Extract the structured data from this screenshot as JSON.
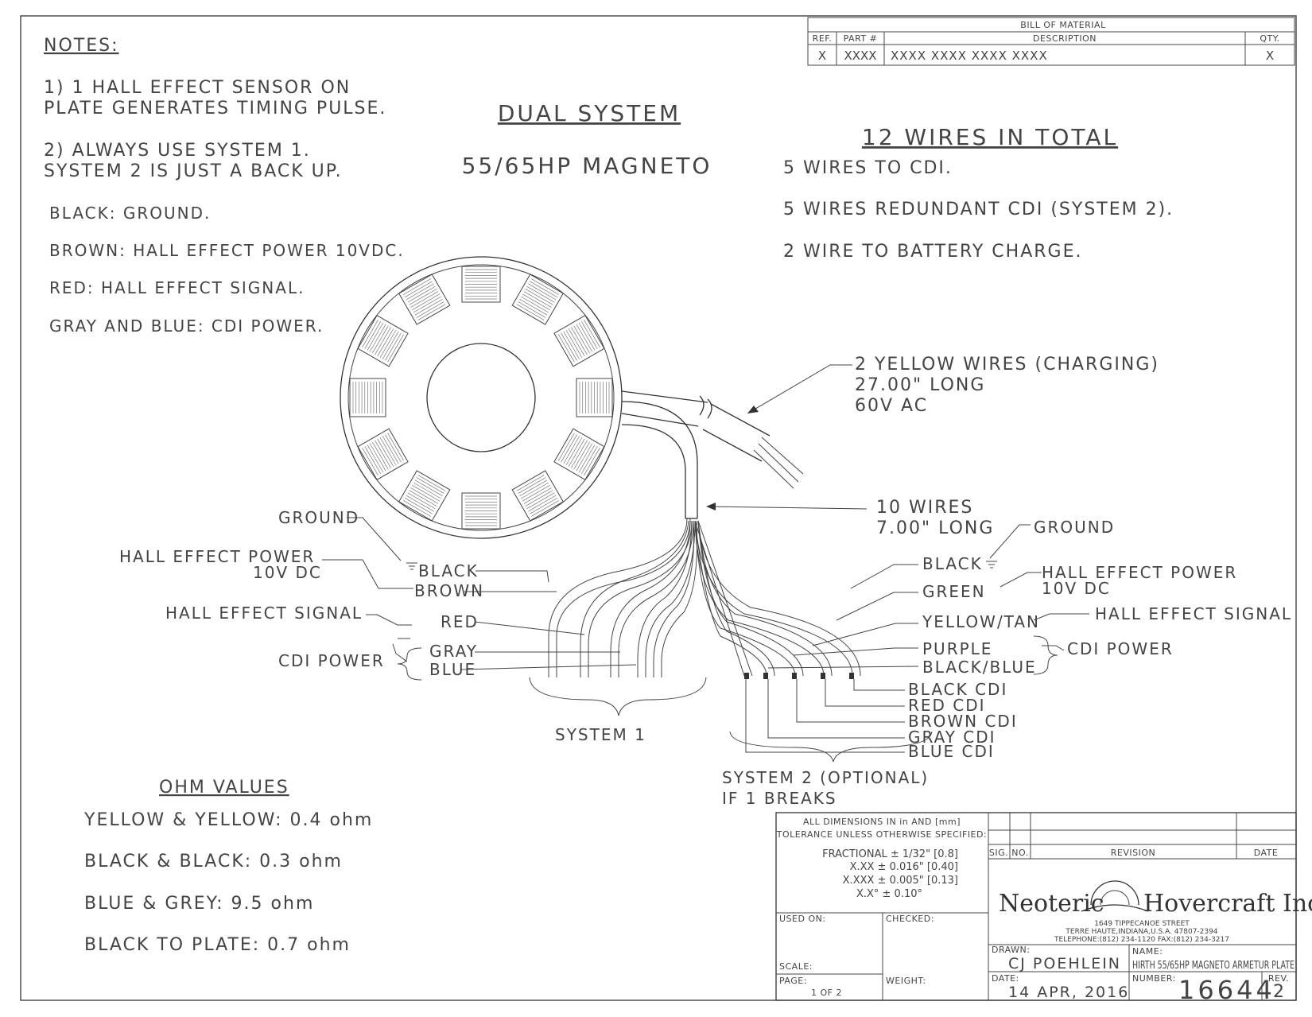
{
  "notes": {
    "heading": "NOTES:",
    "n1a": "1) 1 HALL EFFECT SENSOR ON",
    "n1b": "PLATE GENERATES TIMING PULSE.",
    "n2a": "2) ALWAYS USE SYSTEM 1.",
    "n2b": "SYSTEM 2 IS JUST A BACK UP.",
    "c1": "BLACK: GROUND.",
    "c2": "BROWN: HALL EFFECT POWER 10VDC.",
    "c3": "RED: HALL EFFECT SIGNAL.",
    "c4": "GRAY AND BLUE: CDI POWER."
  },
  "title": {
    "main": "DUAL SYSTEM",
    "sub": "55/65HP MAGNETO"
  },
  "wires": {
    "heading": "12 WIRES IN TOTAL",
    "w1": "5 WIRES TO CDI.",
    "w2": "5 WIRES REDUNDANT CDI (SYSTEM 2).",
    "w3": "2 WIRE TO BATTERY CHARGE."
  },
  "bom": {
    "title": "BILL OF MATERIAL",
    "h_ref": "REF.",
    "h_part": "PART #",
    "h_desc": "DESCRIPTION",
    "h_qty": "QTY.",
    "r_ref": "X",
    "r_part": "XXXX",
    "r_desc": "XXXX XXXX XXXX XXXX",
    "r_qty": "X"
  },
  "callouts": {
    "yellow1": "2 YELLOW WIRES (CHARGING)",
    "yellow2": "27.00\" LONG",
    "yellow3": "60V AC",
    "ten1": "10 WIRES",
    "ten2": "7.00\" LONG",
    "ground_l": "GROUND",
    "hep_l1": "HALL EFFECT POWER",
    "hep_l2": "10V DC",
    "hes_l": "HALL EFFECT SIGNAL",
    "cdi_l": "CDI POWER",
    "black_l": "BLACK",
    "brown_l": "BROWN",
    "red_l": "RED",
    "gray_l": "GRAY",
    "blue_l": "BLUE",
    "system1": "SYSTEM 1",
    "ground_r": "GROUND",
    "black_r": "BLACK",
    "green_r": "GREEN",
    "yt_r": "YELLOW/TAN",
    "purple_r": "PURPLE",
    "bb_r": "BLACK/BLUE",
    "hep_r1": "HALL EFFECT POWER",
    "hep_r2": "10V DC",
    "hes_r": "HALL EFFECT SIGNAL",
    "cdi_r": "CDI POWER",
    "bcdi": "BLACK CDI",
    "rcdi": "RED CDI",
    "brcdi": "BROWN CDI",
    "gcdi": "GRAY CDI",
    "blcdi": "BLUE CDI",
    "system2a": "SYSTEM 2 (OPTIONAL)",
    "system2b": "IF 1 BREAKS"
  },
  "ohm": {
    "heading": "OHM VALUES",
    "o1": "YELLOW & YELLOW: 0.4 ohm",
    "o2": "BLACK & BLACK: 0.3 ohm",
    "o3": "BLUE & GREY: 9.5 ohm",
    "o4": "BLACK TO PLATE: 0.7 ohm"
  },
  "titleblock": {
    "dims1": "ALL DIMENSIONS IN in AND [mm]",
    "dims2": "TOLERANCE UNLESS OTHERWISE SPECIFIED:",
    "t1": "FRACTIONAL ± 1/32\" [0.8]",
    "t2": "X.XX ± 0.016\" [0.40]",
    "t3": "X.XXX ± 0.005\" [0.13]",
    "t4": "X.X° ± 0.10°",
    "used_on": "USED ON:",
    "checked": "CHECKED:",
    "scale": "SCALE:",
    "page_lbl": "PAGE:",
    "page_val": "1 OF 2",
    "weight": "WEIGHT:",
    "sig": "SIG.",
    "no": "NO.",
    "revision": "REVISION",
    "date_hdr": "DATE",
    "company_a": "Neoteric",
    "company_b": "Hovercraft Inc.",
    "addr1": "1649 TIPPECANOE STREET",
    "addr2": "TERRE HAUTE,INDIANA,U.S.A. 47807-2394",
    "addr3": "TELEPHONE:(812) 234-1120    FAX:(812) 234-3217",
    "drawn_lbl": "DRAWN:",
    "drawn_val": "CJ POEHLEIN",
    "name_lbl": "NAME:",
    "name_val": "HIRTH 55/65HP MAGNETO ARMETUR PLATE",
    "date_lbl": "DATE:",
    "date_val": "14 APR, 2016",
    "number_lbl": "NUMBER:",
    "number_val": "16644",
    "rev_lbl": "REV.",
    "rev_val": "2"
  }
}
